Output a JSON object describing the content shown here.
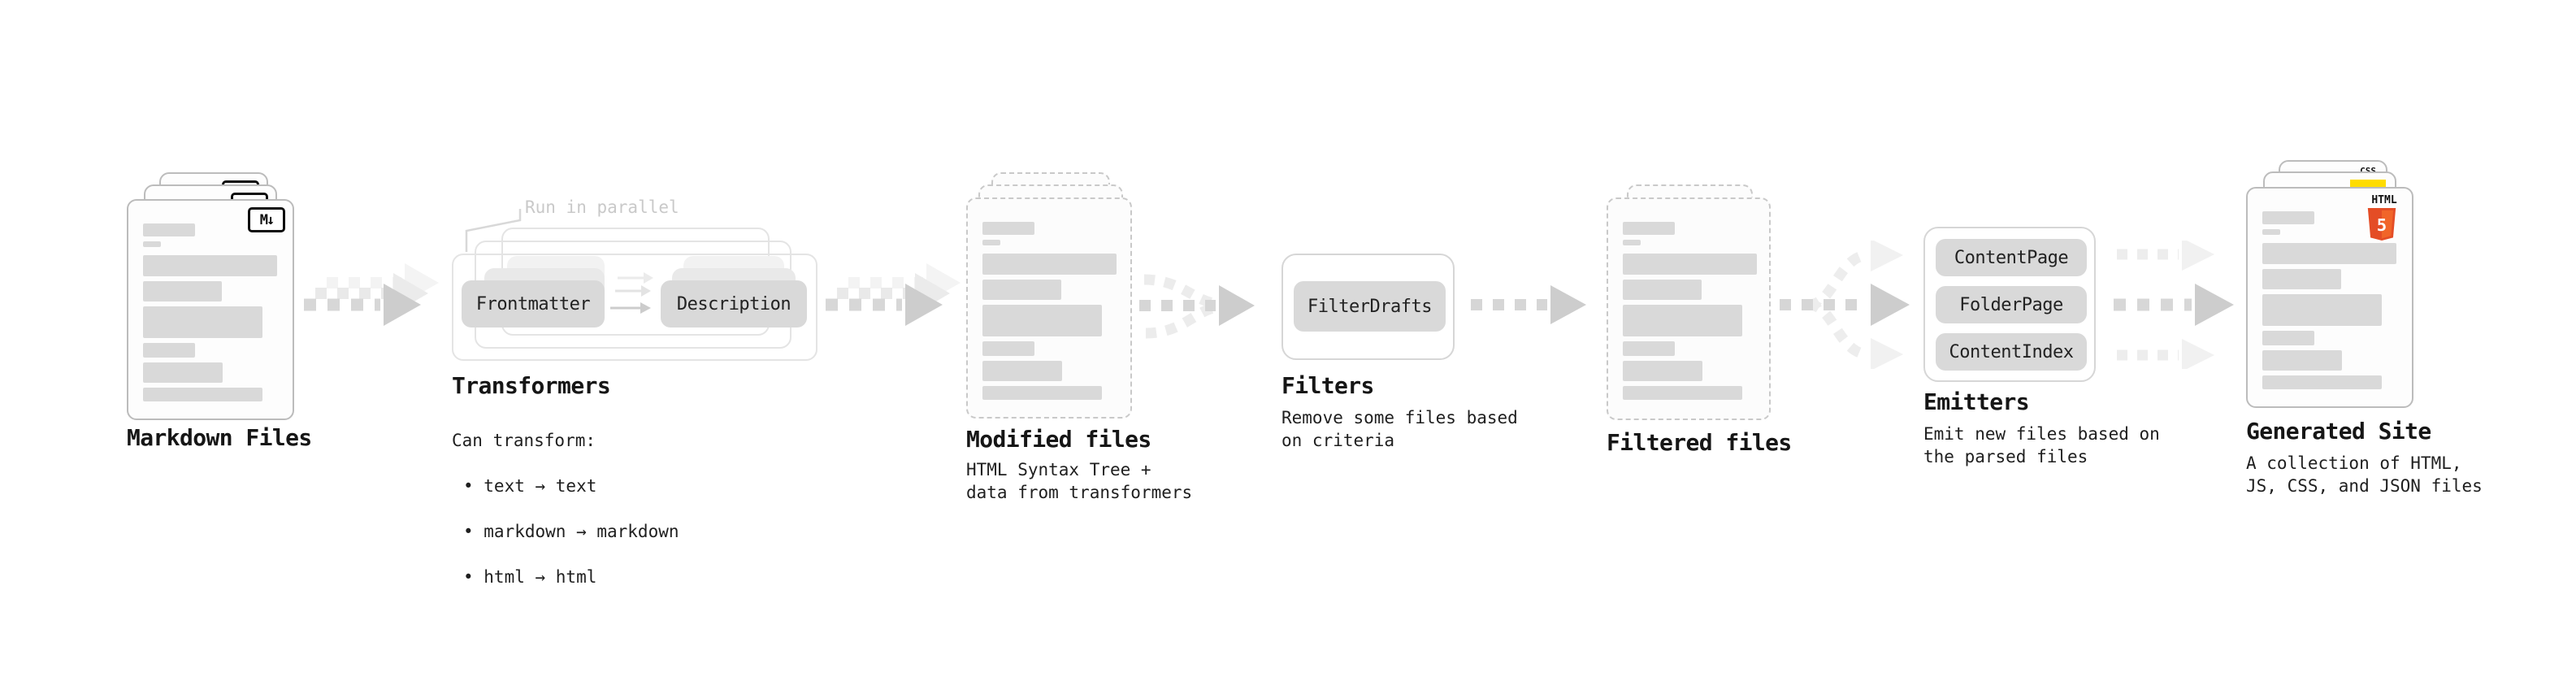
{
  "colors": {
    "skeleton_bar": "#d9d9d9",
    "pill_fill": "#d9d9d9",
    "arrow_gray": "#d2d2d2",
    "html5_orange": "#e44d26",
    "html5_orange_light": "#f16529",
    "js_yellow": "#ffdc00",
    "css_blue": "#2760e6"
  },
  "stages": {
    "markdown_files": {
      "title": "Markdown Files",
      "badge": "M↓"
    },
    "transformers": {
      "title": "Transformers",
      "note": "Run in parallel",
      "input_pill": "Frontmatter",
      "output_pill": "Description",
      "desc_heading": "Can transform:",
      "bullets": [
        "• text → text",
        "• markdown → markdown",
        "• html → html"
      ]
    },
    "modified_files": {
      "title": "Modified files",
      "desc": "HTML Syntax Tree +\ndata from transformers"
    },
    "filters": {
      "title": "Filters",
      "pill": "FilterDrafts",
      "desc": "Remove some files based\non criteria"
    },
    "filtered_files": {
      "title": "Filtered files"
    },
    "emitters": {
      "title": "Emitters",
      "pills": [
        "ContentPage",
        "FolderPage",
        "ContentIndex"
      ],
      "desc": "Emit new files based on\nthe parsed files"
    },
    "generated_site": {
      "title": "Generated Site",
      "desc": "A collection of HTML,\nJS, CSS, and JSON files",
      "badges": {
        "css": "CSS",
        "html": "HTML",
        "html5_number": "5"
      }
    }
  }
}
